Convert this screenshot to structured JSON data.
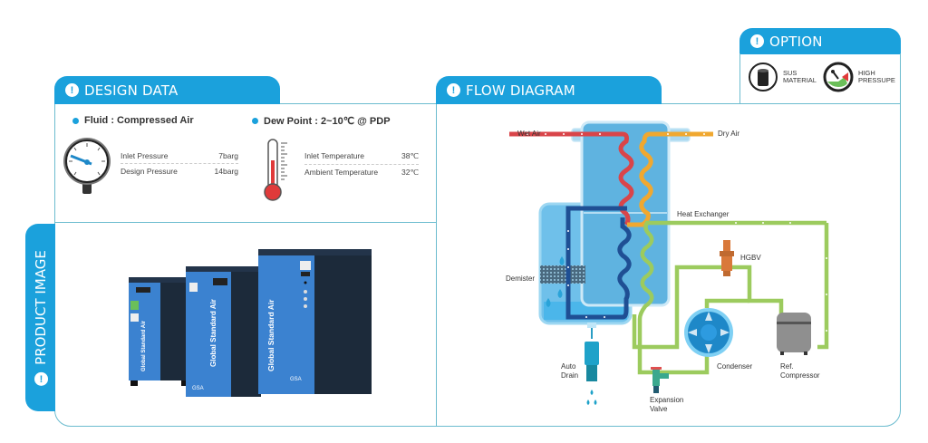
{
  "sections": {
    "design_data": {
      "title": "DESIGN DATA",
      "icon": "!"
    },
    "flow_diagram": {
      "title": "FLOW DIAGRAM",
      "icon": "!"
    },
    "option": {
      "title": "OPTION",
      "icon": "!"
    },
    "product_image": {
      "title": "PRODUCT IMAGE",
      "icon": "!"
    }
  },
  "design": {
    "fluid": {
      "title": "Fluid : Compressed Air",
      "rows": [
        {
          "label": "Inlet Pressure",
          "value": "7barg"
        },
        {
          "label": "Design Pressure",
          "value": "14barg"
        }
      ]
    },
    "dew_point": {
      "title": "Dew Point : 2~10℃ @ PDP",
      "rows": [
        {
          "label": "Inlet Temperature",
          "value": "38℃"
        },
        {
          "label": "Ambient Temperature",
          "value": "32℃"
        }
      ]
    }
  },
  "options": [
    {
      "label_line1": "SUS",
      "label_line2": "MATERIAL",
      "icon": "sus-material-icon"
    },
    {
      "label_line1": "HIGH",
      "label_line2": "PRESSUPE",
      "icon": "high-pressure-icon"
    }
  ],
  "product": {
    "brand_text": "Global Standard Air",
    "logo": "GSA"
  },
  "flow": {
    "labels": {
      "wet_air": "Wet Air",
      "dry_air": "Dry Air",
      "heat_exchanger": "Heat Exchanger",
      "hgbv": "HGBV",
      "demister": "Demister",
      "auto_drain_1": "Auto",
      "auto_drain_2": "Drain",
      "condenser": "Condenser",
      "ref_compressor_1": "Ref.",
      "ref_compressor_2": "Compressor",
      "expansion_valve_1": "Expansion",
      "expansion_valve_2": "Valve"
    },
    "colors": {
      "wet_air": "#d9454a",
      "dry_air": "#f0a830",
      "cold_air": "#1f4f94",
      "refrigerant": "#9ccb5e",
      "vessel": "#5fb3e0",
      "accent": "#1ba1dc"
    }
  }
}
